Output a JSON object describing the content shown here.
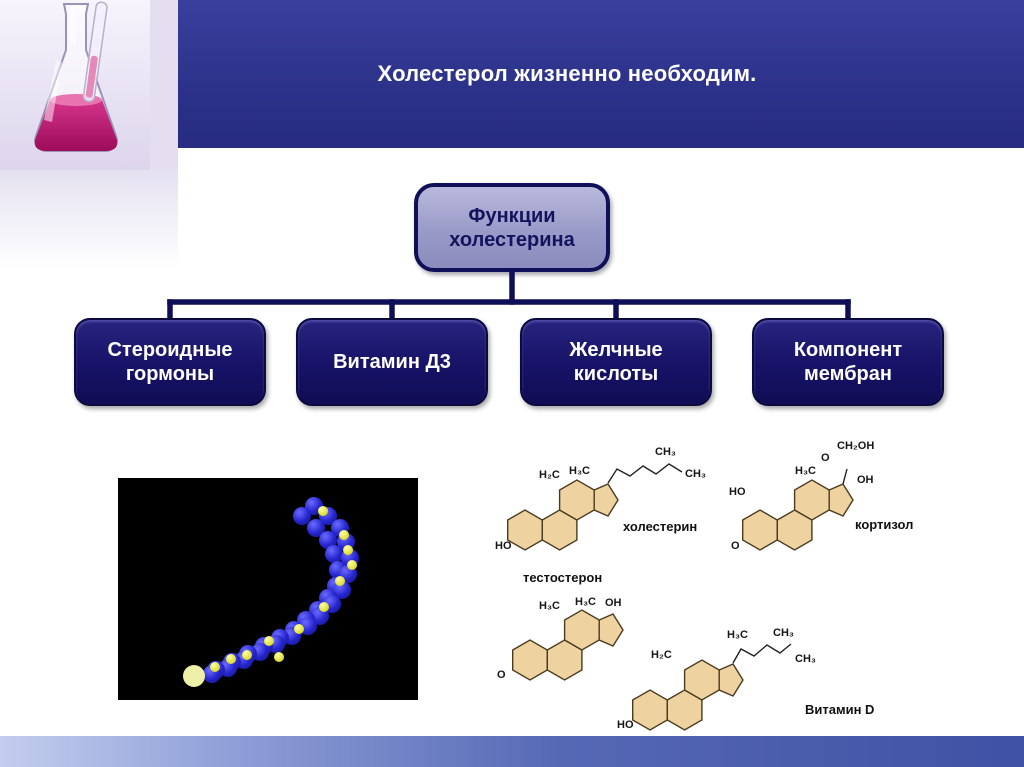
{
  "header": {
    "title": "Холестерол жизненно необходим."
  },
  "diagram": {
    "root": {
      "line1": "Функции",
      "line2": "холестерина"
    },
    "children": [
      {
        "label": "Стероидные гормоны"
      },
      {
        "label": "Витамин Д3"
      },
      {
        "label": "Желчные кислоты"
      },
      {
        "label": "Компонент мембран"
      }
    ]
  },
  "chem": {
    "names": {
      "cholesterol": "холестерин",
      "cortisol": "кортизол",
      "testosterone": "тестостерон",
      "vitamin_d": "Витамин D"
    },
    "groups": {
      "ho": "HO",
      "oh": "OH",
      "o": "O",
      "h3c": "H₃C",
      "ch3": "CH₃",
      "h2c": "H₂C",
      "ch2oh": "CH₂OH"
    }
  },
  "colors": {
    "header_bg": "#2c3189",
    "node_dark": "#141166",
    "root_fill": "#9a9ac9",
    "connector": "#0f0f57",
    "ring_fill": "#eed2a0",
    "molecule_blue": "#2b2bd4",
    "molecule_yellow": "#e8e840",
    "bottom_band": "#4a5cae"
  }
}
